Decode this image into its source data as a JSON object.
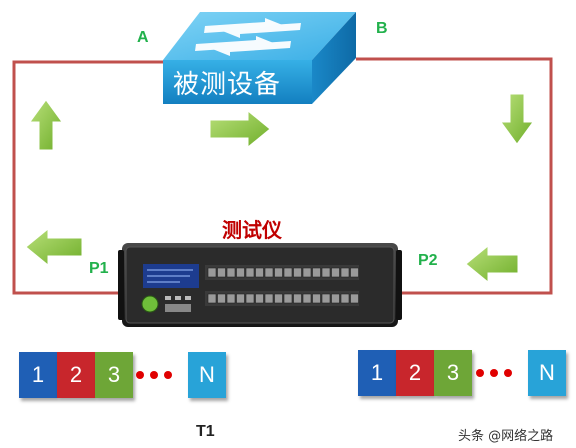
{
  "device_under_test": "被测设备",
  "tester_label": "测试仪",
  "point_a": "A",
  "point_b": "B",
  "port_p1": "P1",
  "port_p2": "P2",
  "left_sequence": [
    "1",
    "2",
    "3",
    "N"
  ],
  "right_sequence": [
    "1",
    "2",
    "3",
    "N"
  ],
  "left_caption": "T1",
  "watermark": "头条 @网络之路",
  "colors": {
    "path": "#c0504d",
    "arrow": "#8cc63f",
    "switch_top": "#55c2f0",
    "switch_front": "#1e9ad6",
    "box1": "#1f5fb5",
    "box2": "#c8262c",
    "box3": "#6ea637",
    "boxN": "#28a3d8",
    "dots": "#e00000"
  }
}
